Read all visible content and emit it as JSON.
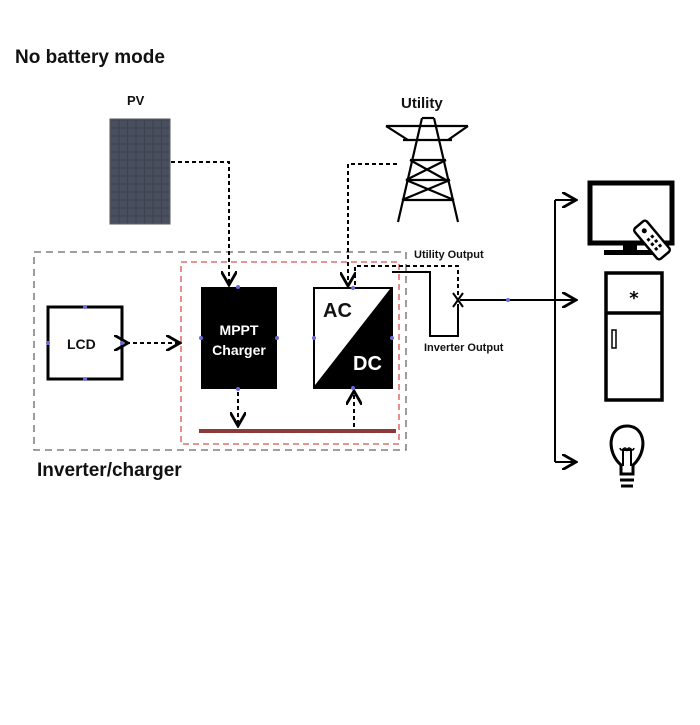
{
  "title": "No battery mode",
  "labels": {
    "pv": "PV",
    "utility": "Utility",
    "utility_output": "Utility Output",
    "inverter_output": "Inverter Output",
    "inverter_charger": "Inverter/charger",
    "lcd": "LCD",
    "mppt_line1": "MPPT",
    "mppt_line2": "Charger",
    "ac": "AC",
    "dc": "DC"
  },
  "loads": [
    "tv-icon",
    "refrigerator-icon",
    "light-bulb-icon"
  ],
  "colors": {
    "outer_box": "#666666",
    "inner_box": "#d9534f",
    "dc_bus": "#8b3a3a",
    "connector_dots": "#6a6adf"
  }
}
